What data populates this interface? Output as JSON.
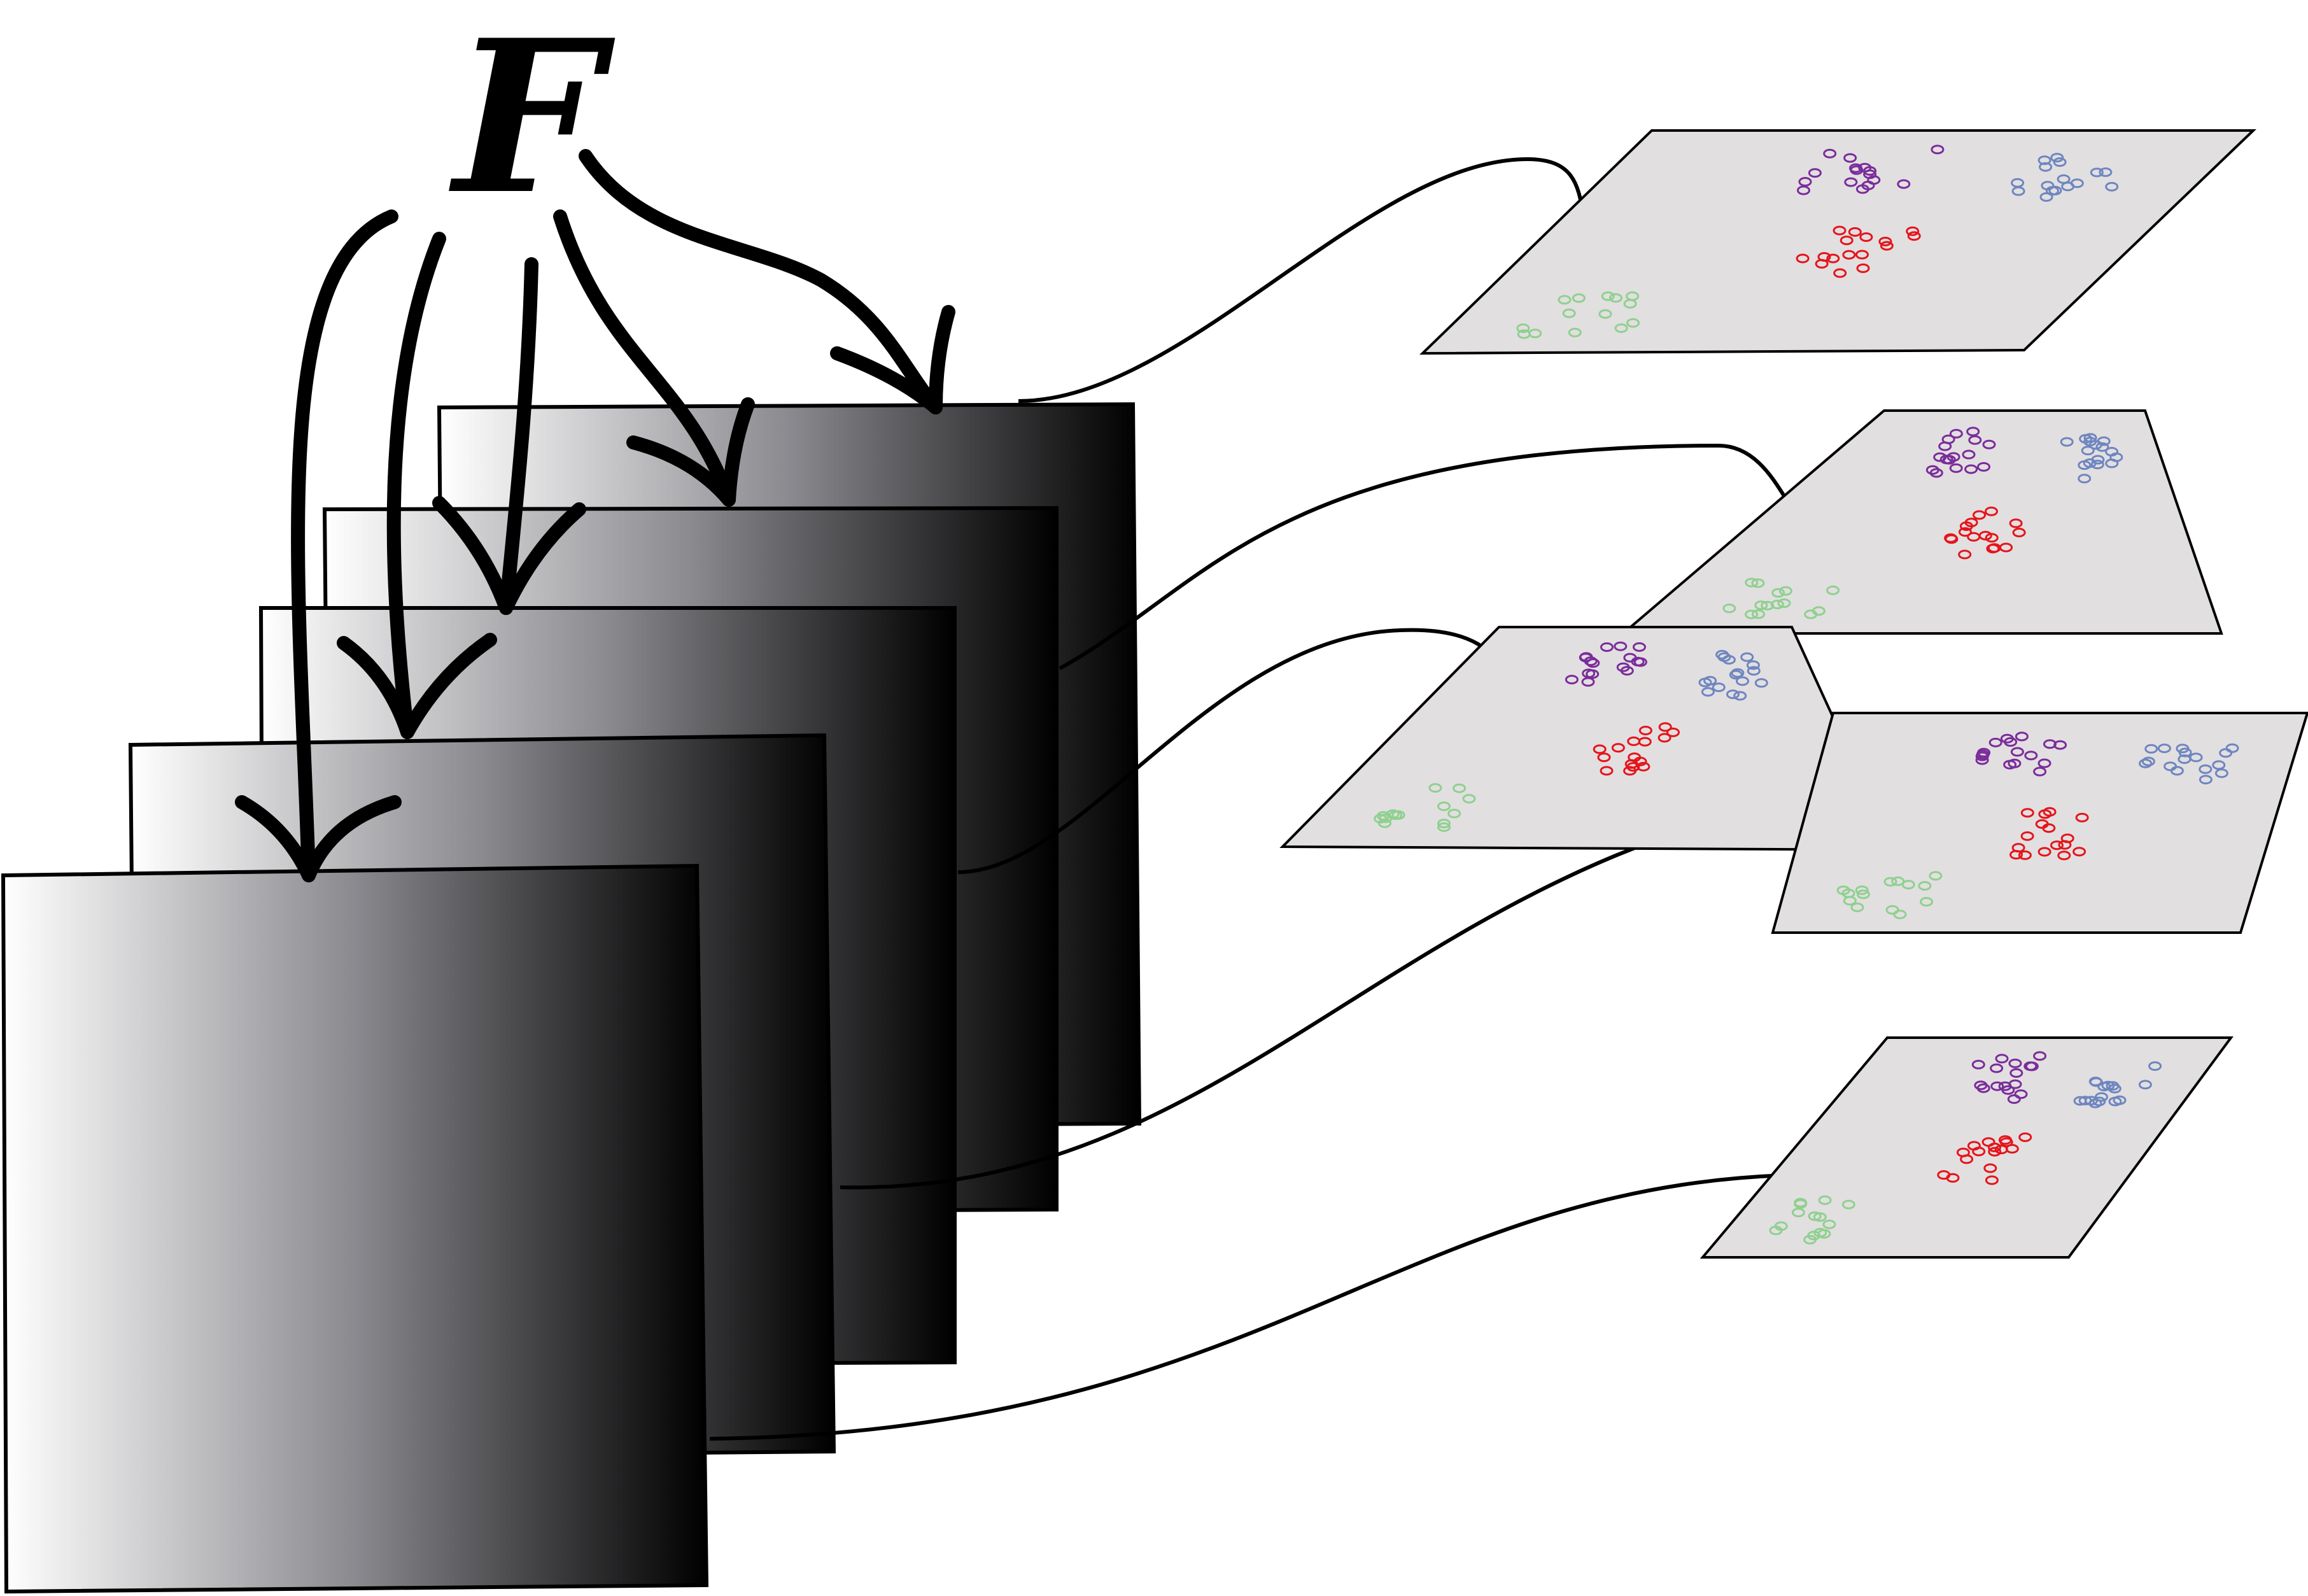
{
  "label": "F",
  "colors": {
    "panel_light": "#ffffff",
    "panel_mid": "#8a8a8f",
    "panel_dark": "#000000",
    "plane_fill": "#e2dfe0",
    "cluster_purple": "#7a2c9b",
    "cluster_blue": "#6e86c0",
    "cluster_red": "#e5141b",
    "cluster_green": "#8fd08f"
  },
  "layers": 5,
  "embedding_planes": 5
}
